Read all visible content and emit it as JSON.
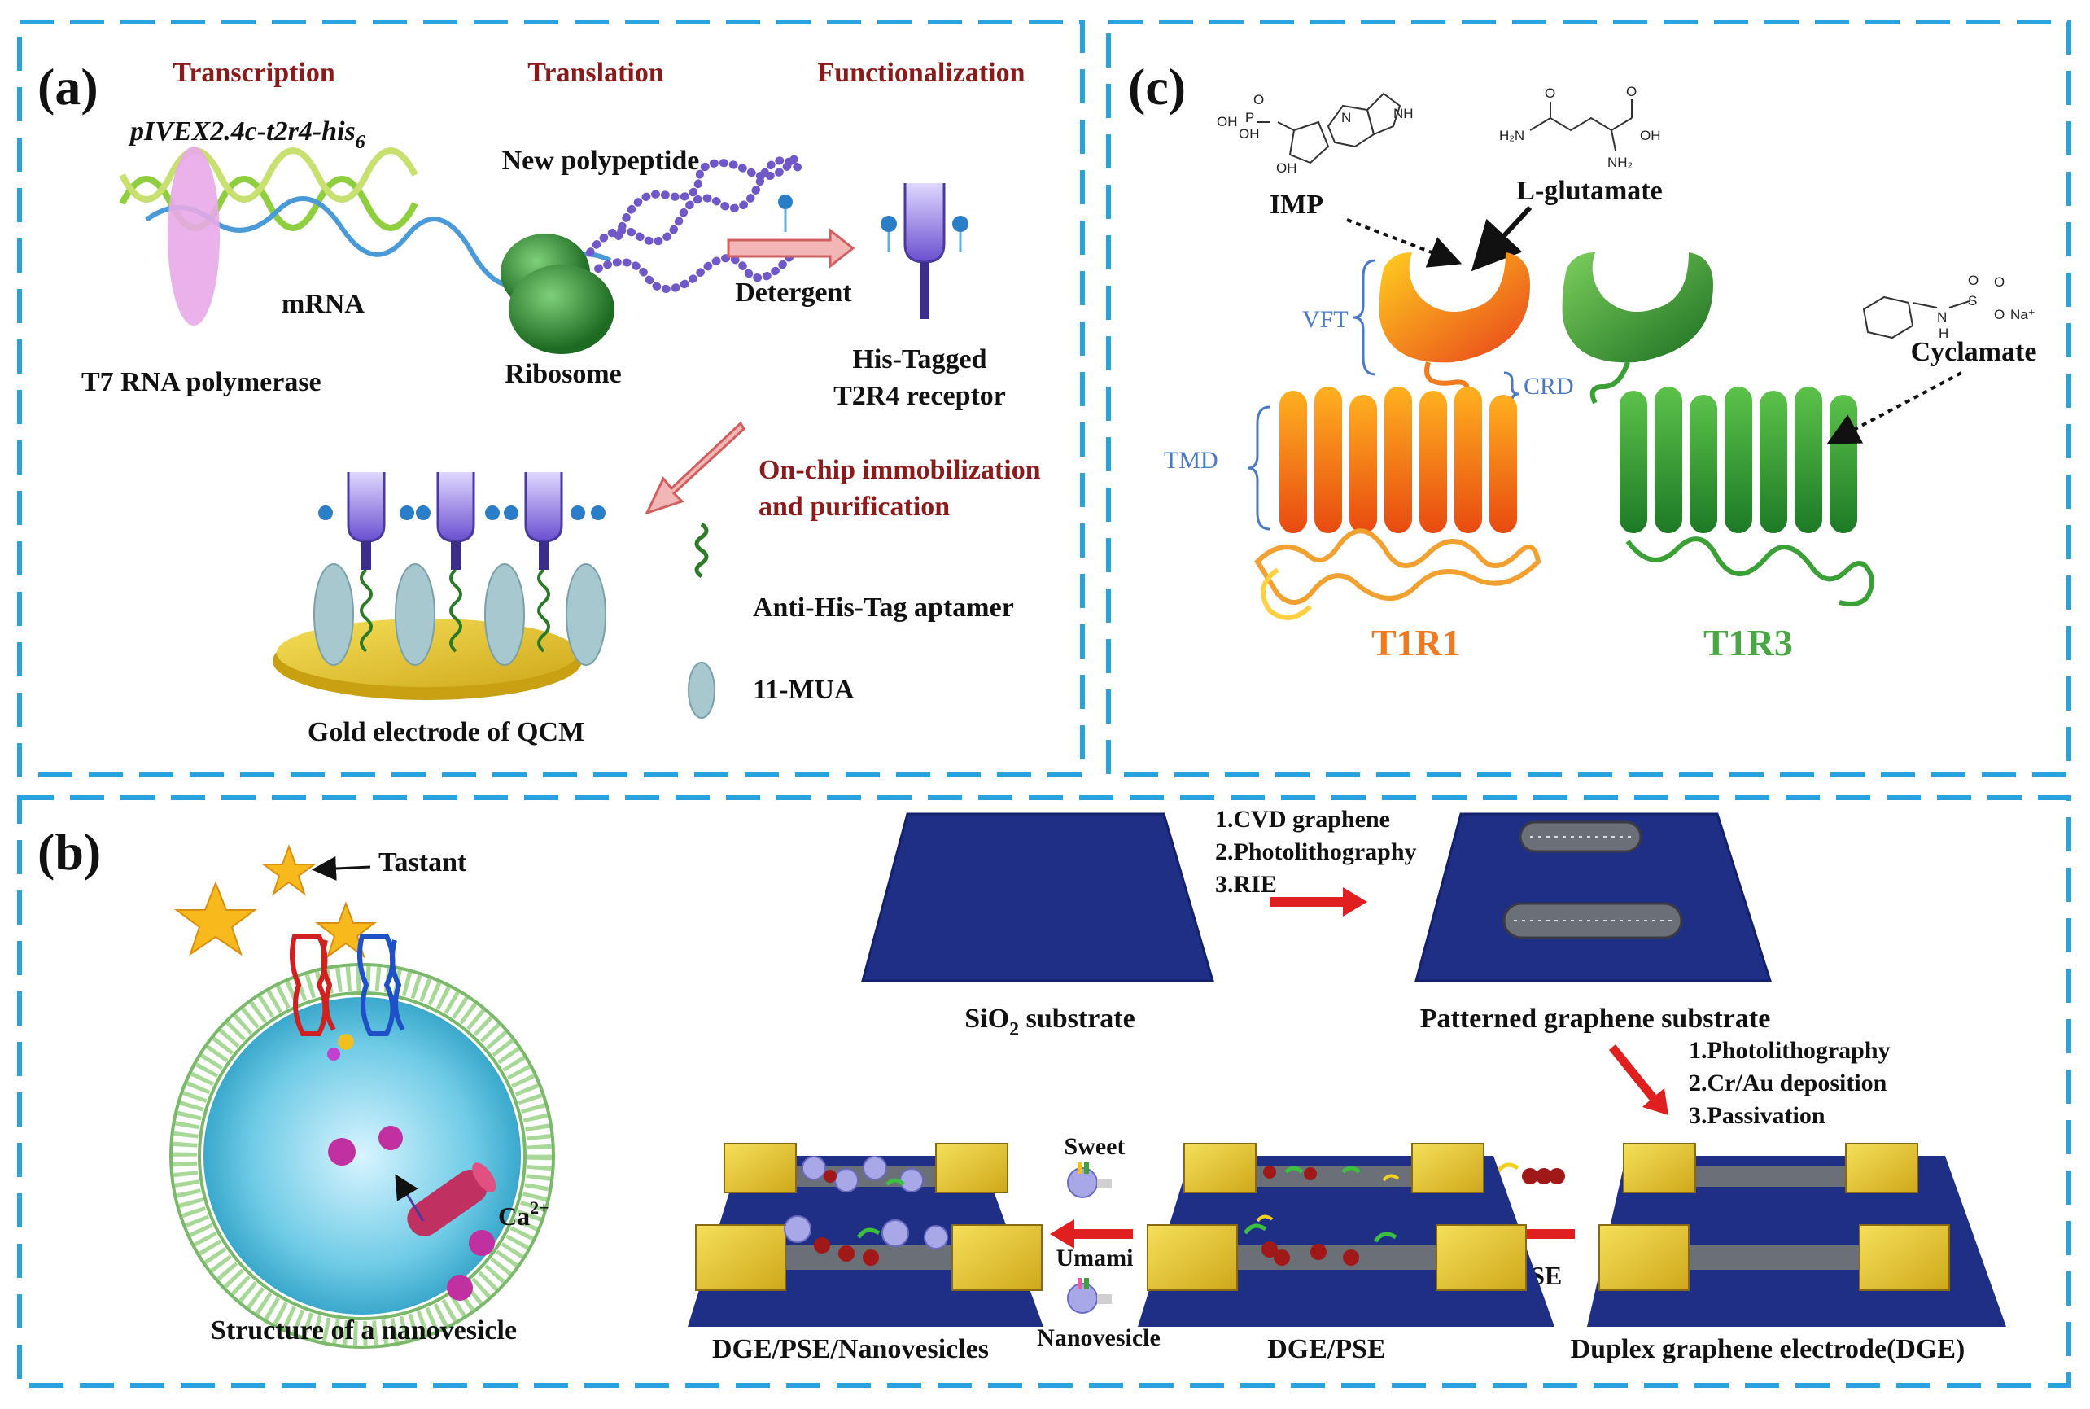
{
  "panel_a": {
    "label": "(a)",
    "step_transcription": "Transcription",
    "step_translation": "Translation",
    "step_functionalization": "Functionalization",
    "plasmid": "pIVEX2.4c-t2r4-his",
    "plasmid_sub": "6",
    "new_polypeptide": "New polypeptide",
    "mrna": "mRNA",
    "t7": "T7 RNA polymerase",
    "ribosome": "Ribosome",
    "detergent": "Detergent",
    "his_tagged_1": "His-Tagged",
    "his_tagged_2": "T2R4 receptor",
    "onchip_1": "On-chip immobilization",
    "onchip_2": "and purification",
    "aptamer": "Anti-His-Tag aptamer",
    "mua": "11-MUA",
    "gold": "Gold electrode of QCM"
  },
  "panel_b": {
    "label": "(b)",
    "tastant": "Tastant",
    "ca": "Ca",
    "ca_sup": "2+",
    "nanovesicle_title": "Structure of a nanovesicle",
    "sio2_a": "SiO",
    "sio2_sub": "2",
    "sio2_b": " substrate",
    "step1_1": "1.CVD graphene",
    "step1_2": "2.Photolithography",
    "step1_3": "3.RIE",
    "patterned": "Patterned graphene substrate",
    "step2_1": "1.Photolithography",
    "step2_2": "2.Cr/Au deposition",
    "step2_3": "3.Passivation",
    "dge": "Duplex graphene electrode(DGE)",
    "pse": "PSE",
    "dge_pse": "DGE/PSE",
    "sweet": "Sweet",
    "umami": "Umami",
    "nanovesicle": "Nanovesicle",
    "dge_pse_nano": "DGE/PSE/Nanovesicles"
  },
  "panel_c": {
    "label": "(c)",
    "imp": "IMP",
    "lglu": "L-glutamate",
    "vft": "VFT",
    "crd": "CRD",
    "tmd": "TMD",
    "cyclamate": "Cyclamate",
    "t1r1": "T1R1",
    "t1r3": "T1R3",
    "imp_oh1": "OH",
    "imp_oh2": "OH",
    "imp_oh3": "OH",
    "imp_p": "P",
    "imp_o": "O",
    "imp_n": "N",
    "imp_nh": "NH",
    "glu_h2n": "H₂N",
    "glu_o1": "O",
    "glu_o2": "O",
    "glu_oh": "OH",
    "glu_nh2": "NH₂",
    "cyc_n": "N",
    "cyc_h": "H",
    "cyc_s": "S",
    "cyc_o1": "O",
    "cyc_o2": "O",
    "cyc_o3": "O",
    "cyc_na": "Na⁺"
  },
  "colors": {
    "dash_border": "#29a3e0",
    "label_red": "#8b1a1a",
    "label_blue": "#4a79c8",
    "t1r1": "#f07a20",
    "t1r3": "#3aa035",
    "substrate": "#1f2f86",
    "gold_pad": "#c9a24a",
    "arrow_red": "#e02020"
  }
}
